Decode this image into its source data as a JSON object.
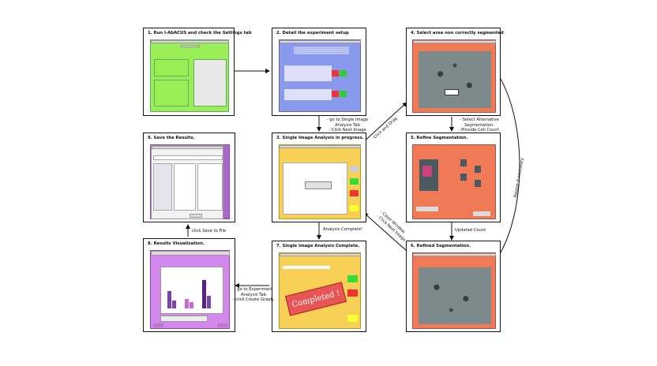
{
  "panels": {
    "p1": {
      "title": "1.  Run I-AbACUS and check the Settings tab"
    },
    "p2": {
      "title": "2.  Detail the experiment setup"
    },
    "p3": {
      "title": "3.  Single Image Analysis in progress."
    },
    "p4": {
      "title": "4.  Select area non correctly segmented"
    },
    "p5": {
      "title": "5.  Refine Segmentation."
    },
    "p6": {
      "title": "6.  Refined Segmentation."
    },
    "p7": {
      "title": "7.  Single Image Analysis Complete."
    },
    "p8": {
      "title": "8.  Results Visualization."
    },
    "p9": {
      "title": "9.  Save the Results."
    }
  },
  "edges": {
    "e23": [
      "- go to Single Image",
      "Analysis Tab",
      "- Click Next Image"
    ],
    "e34": "Click and Drag",
    "e45": [
      "- Select Alternative",
      "Segmentation.",
      "- Provide Cell Count."
    ],
    "e56": "Updated Count",
    "e63": [
      "- Close Window.",
      "- Click Next Image"
    ],
    "e37": "Analysis Complete!",
    "e78": [
      "- go to Experiment",
      "Analysis Tab",
      "- click Create Graph."
    ],
    "e89": "click Save to File",
    "repeat": "Repeat if necessary"
  },
  "stamp": "Completed !",
  "colors": {
    "green": "#99ee55",
    "blue": "#8899ee",
    "orange": "#f07a55",
    "yellow": "#f8d055",
    "purple": "#d488ee",
    "stamp": "#e85555"
  }
}
